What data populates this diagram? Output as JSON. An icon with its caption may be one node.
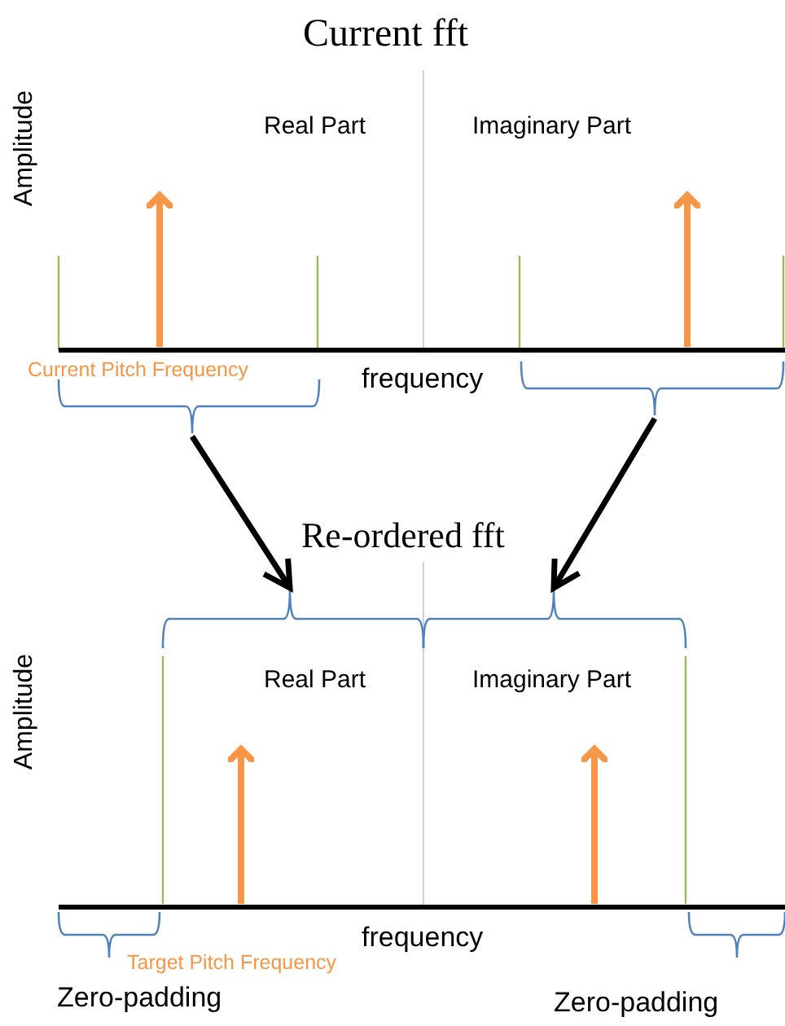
{
  "diagram": {
    "title": "Current fft",
    "nodes": [
      {
        "text": [],
        "shape": "brace"
      },
      {
        "text": [],
        "shape": "brace"
      },
      {
        "text": [],
        "shape": "brace"
      },
      {
        "text": [],
        "shape": "brace"
      }
    ],
    "edges": [
      {
        "from": 0,
        "to": 2,
        "arrow": "to"
      },
      {
        "from": 1,
        "to": 3,
        "arrow": "to"
      }
    ],
    "labels": [
      "Amplitude",
      "Real Part",
      "Imaginary Part",
      "Current Pitch Frequency",
      "frequency",
      "Re-ordered fft",
      "Amplitude",
      "Real Part",
      "Imaginary Part",
      "frequency",
      "Target Pitch Frequency",
      "Zero-padding",
      "Zero-padding"
    ]
  }
}
